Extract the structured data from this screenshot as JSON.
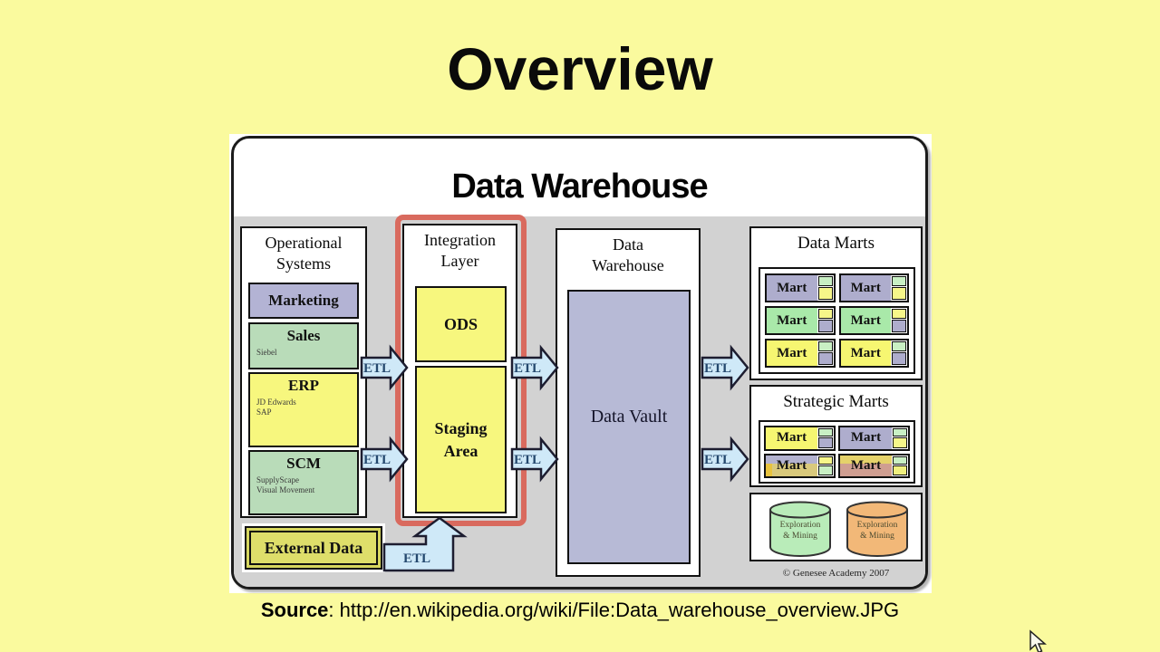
{
  "slide": {
    "title": "Overview",
    "source_label": "Source",
    "source_text": ": http://en.wikipedia.org/wiki/File:Data_warehouse_overview.JPG"
  },
  "diagram": {
    "title": "Data Warehouse",
    "etl_label": "ETL",
    "copyright": "© Genesee Academy 2007",
    "operational_systems": {
      "header": "Operational\nSystems",
      "marketing": {
        "label": "Marketing"
      },
      "sales": {
        "label": "Sales",
        "sub": "Siebel"
      },
      "erp": {
        "label": "ERP",
        "sub": "JD Edwards\nSAP"
      },
      "scm": {
        "label": "SCM",
        "sub": "SupplyScape\nVisual Movement"
      },
      "external_data": {
        "label": "External Data"
      }
    },
    "integration_layer": {
      "header": "Integration\nLayer",
      "ods": {
        "label": "ODS"
      },
      "staging_area": {
        "label": "Staging\nArea"
      }
    },
    "data_warehouse": {
      "header": "Data\nWarehouse",
      "data_vault": {
        "label": "Data Vault"
      }
    },
    "data_marts": {
      "header": "Data Marts",
      "mart_label": "Mart"
    },
    "strategic_marts": {
      "header": "Strategic Marts",
      "mart_label": "Mart"
    },
    "exploration": {
      "cylinder_label": "Exploration\n& Mining"
    }
  },
  "colors": {
    "slide_background": "#fafa9e",
    "canvas_gray": "#d2d2d2",
    "highlight_red": "#d96a5e",
    "etl_arrow_fill": "#cfe9f8",
    "etl_text": "#24486e",
    "box_lavender": "#b3b3d4",
    "box_green": "#b9dcb9",
    "box_yellow": "#f7f77e",
    "external_olive": "#d6d65e",
    "data_vault_lavender": "#b7bad6",
    "mart_lavender": "#aeadcd",
    "mart_green": "#a9e9a9",
    "mart_yellow": "#f6f671",
    "cylinder_green": "#b9ecb9",
    "cylinder_orange": "#f2b878"
  }
}
